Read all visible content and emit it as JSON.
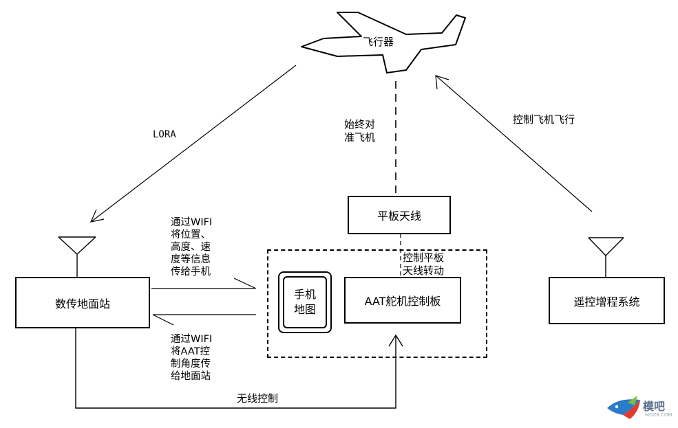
{
  "nodes": {
    "aircraft": "飞行器",
    "ground_station": "数传地面站",
    "panel_antenna": "平板天线",
    "aat_board": "AAT舵机控制板",
    "phone_map": "手机\n地图",
    "rc_extender": "遥控增程系统"
  },
  "edges": {
    "lora": "LORA",
    "always_aim": "始终对\n准飞机",
    "control_flight": "控制飞机飞行",
    "control_antenna": "控制平板\n天线转动",
    "wifi_to_phone": "通过WIFI\n将位置、\n高度、速\n度等信息\n传给手机",
    "wifi_to_ground": "通过WIFI\n将AAT控\n制角度传\n给地面站",
    "wireless_control": "无线控制"
  },
  "watermark": {
    "brand": "模吧",
    "site": "MOZ8.COM",
    "colors": {
      "bird_red": "#e23b2e",
      "bird_blue": "#2b7bc9",
      "bird_green": "#7bbf3a"
    }
  }
}
